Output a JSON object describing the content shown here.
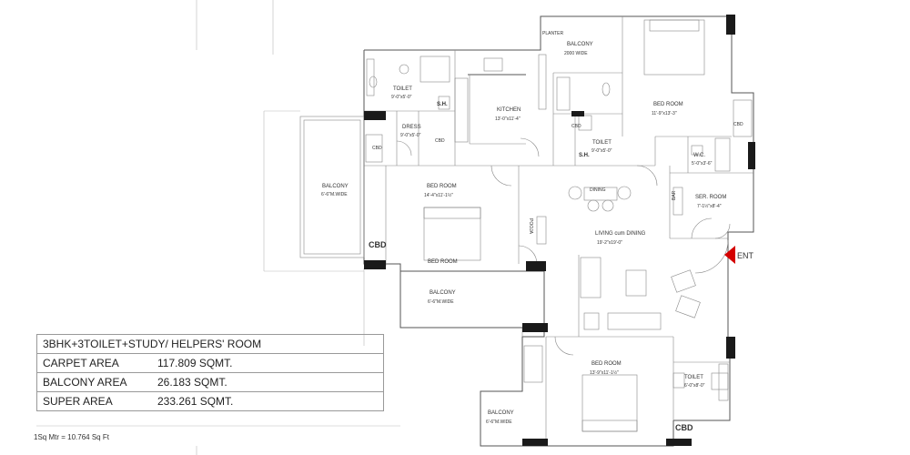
{
  "rooms": {
    "balcony_top": {
      "name": "BALCONY",
      "dim": "2000 WIDE"
    },
    "planter": {
      "name": "PLANTER"
    },
    "toilet_1": {
      "name": "TOILET",
      "dim": "9'-0\"x5'-0\""
    },
    "sh_1": {
      "name": "S.H."
    },
    "kitchen": {
      "name": "KITCHEN",
      "dim": "13'-0\"x11'-4\""
    },
    "dress": {
      "name": "DRESS",
      "dim": "9'-0\"x5'-0\""
    },
    "toilet_2": {
      "name": "TOILET",
      "dim": "9'-0\"x5'-0\""
    },
    "sh_2": {
      "name": "S.H."
    },
    "bed_room_ne": {
      "name": "BED ROOM",
      "dim": "11'-9\"x13'-3\""
    },
    "wc": {
      "name": "W.C.",
      "dim": "5'-0\"x3'-6\""
    },
    "ser_room": {
      "name": "SER. ROOM",
      "dim": "7'-1½\"x8'-4\""
    },
    "balcony_west": {
      "name": "BALCONY",
      "dim": "6'-6\"M.WIDE"
    },
    "bed_room_mid": {
      "name": "BED ROOM",
      "dim": "14'-4\"x11'-1½\""
    },
    "dining": {
      "name": "DINING"
    },
    "living_dining": {
      "name": "LIVING cum DINING",
      "dim": "19'-2\"x19'-0\""
    },
    "balcony_mid": {
      "name": "BALCONY",
      "dim": "6'-6\"M.WIDE"
    },
    "bed_room_s": {
      "name": "BED ROOM",
      "dim": "13'-9\"x11'-1½\""
    },
    "toilet_3": {
      "name": "TOILET",
      "dim": "6'-0\"x8'-0\""
    },
    "balcony_sw": {
      "name": "BALCONY",
      "dim": "6'-6\"M.WIDE"
    }
  },
  "tags": {
    "cbd": "CBD",
    "pooja": "POOJA",
    "bar": "BAR",
    "entry": "ENT"
  },
  "area_table": {
    "title": "3BHK+3TOILET+STUDY/ HELPERS' ROOM",
    "rows": [
      {
        "label": "CARPET AREA",
        "value": "117.809  SQMT."
      },
      {
        "label": "BALCONY AREA",
        "value": "26.183  SQMT."
      },
      {
        "label": "SUPER AREA",
        "value": "233.261  SQMT."
      }
    ]
  },
  "conversion_note": "1Sq Mtr = 10.764 Sq Ft",
  "colors": {
    "entry_arrow": "#d40000",
    "walls": "#555555",
    "columns": "#1a1a1a"
  }
}
